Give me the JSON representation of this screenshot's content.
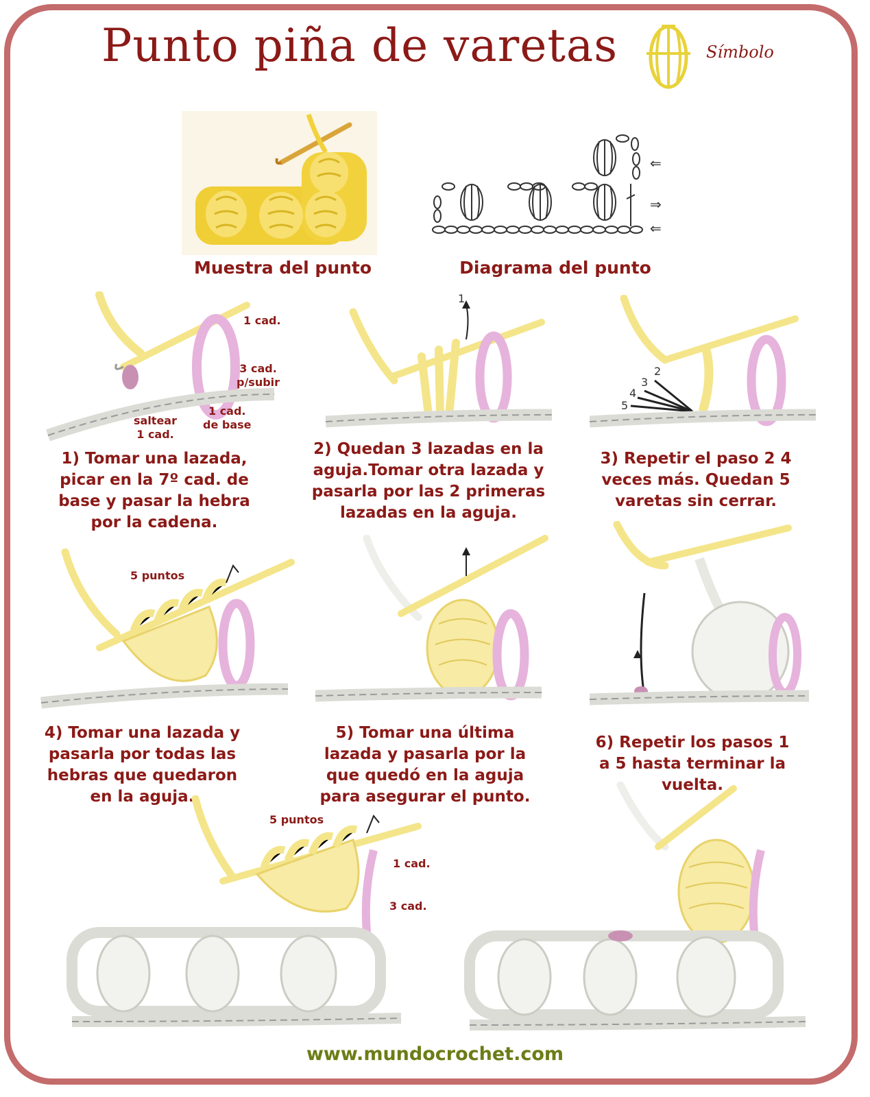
{
  "title": "Punto piña de varetas",
  "symbol_label": "Símbolo",
  "captions": {
    "sample": "Muestra del punto",
    "diagram": "Diagrama del punto"
  },
  "labels": {
    "s1_ch": "1 cad.",
    "s1_up": "3 cad.\np/subir",
    "s1_base": "1 cad.\nde base",
    "s1_skip": "saltear\n1 cad.",
    "s2_num": "1",
    "s3_nums": [
      "2",
      "3",
      "4",
      "5"
    ],
    "s4_points": "5 puntos",
    "b_points": "5 puntos",
    "b_ch1": "1 cad.",
    "b_ch3": "3 cad."
  },
  "steps": [
    "1) Tomar una lazada, picar en la 7º cad. de base y pasar la hebra por la cadena.",
    "2) Quedan 3 lazadas en la aguja.Tomar otra lazada y pasarla por las 2 primeras lazadas en la aguja.",
    "3) Repetir el paso 2 4 veces más. Quedan 5 varetas sin cerrar.",
    "4) Tomar una lazada y pasarla por todas las hebras que quedaron en la aguja.",
    "5) Tomar una última lazada y pasarla por la que quedó en la aguja para asegurar el punto.",
    "6) Repetir los pasos 1 a 5 hasta terminar la vuelta."
  ],
  "footer": "www.mundocrochet.com",
  "colors": {
    "title": "#8b1a17",
    "frame": "#c46b6b",
    "footer": "#6b7d16",
    "yarn_yellow": "#f4e58a",
    "yarn_pink": "#e6b3dc",
    "yarn_grey": "#dcdcd6"
  }
}
